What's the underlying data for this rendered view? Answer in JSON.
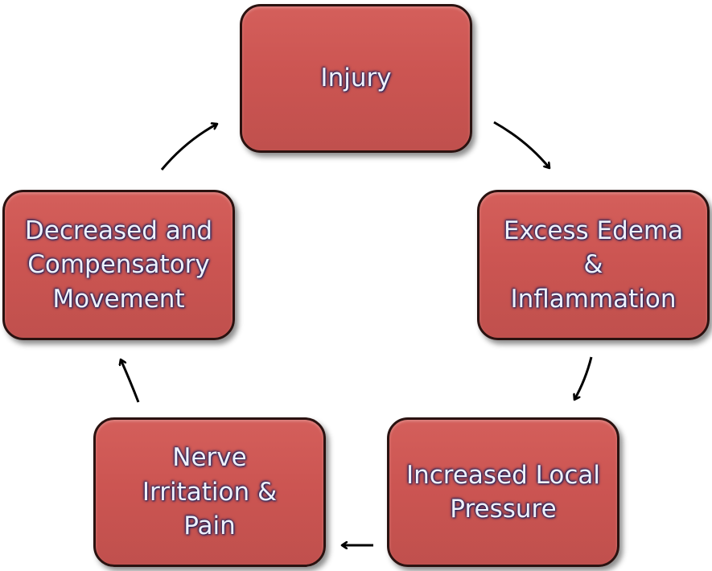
{
  "nodes": {
    "injury": "Injury",
    "edema": "Excess Edema\n&\nInflammation",
    "pressure": "Increased Local\nPressure",
    "pain": "Nerve\nIrritation &\nPain",
    "movement": "Decreased and\nCompensatory\nMovement"
  },
  "colors": {
    "box_fill": "#c0504d",
    "box_border": "#2a1210",
    "text": "#eef1fb",
    "arrow": "#000000"
  }
}
